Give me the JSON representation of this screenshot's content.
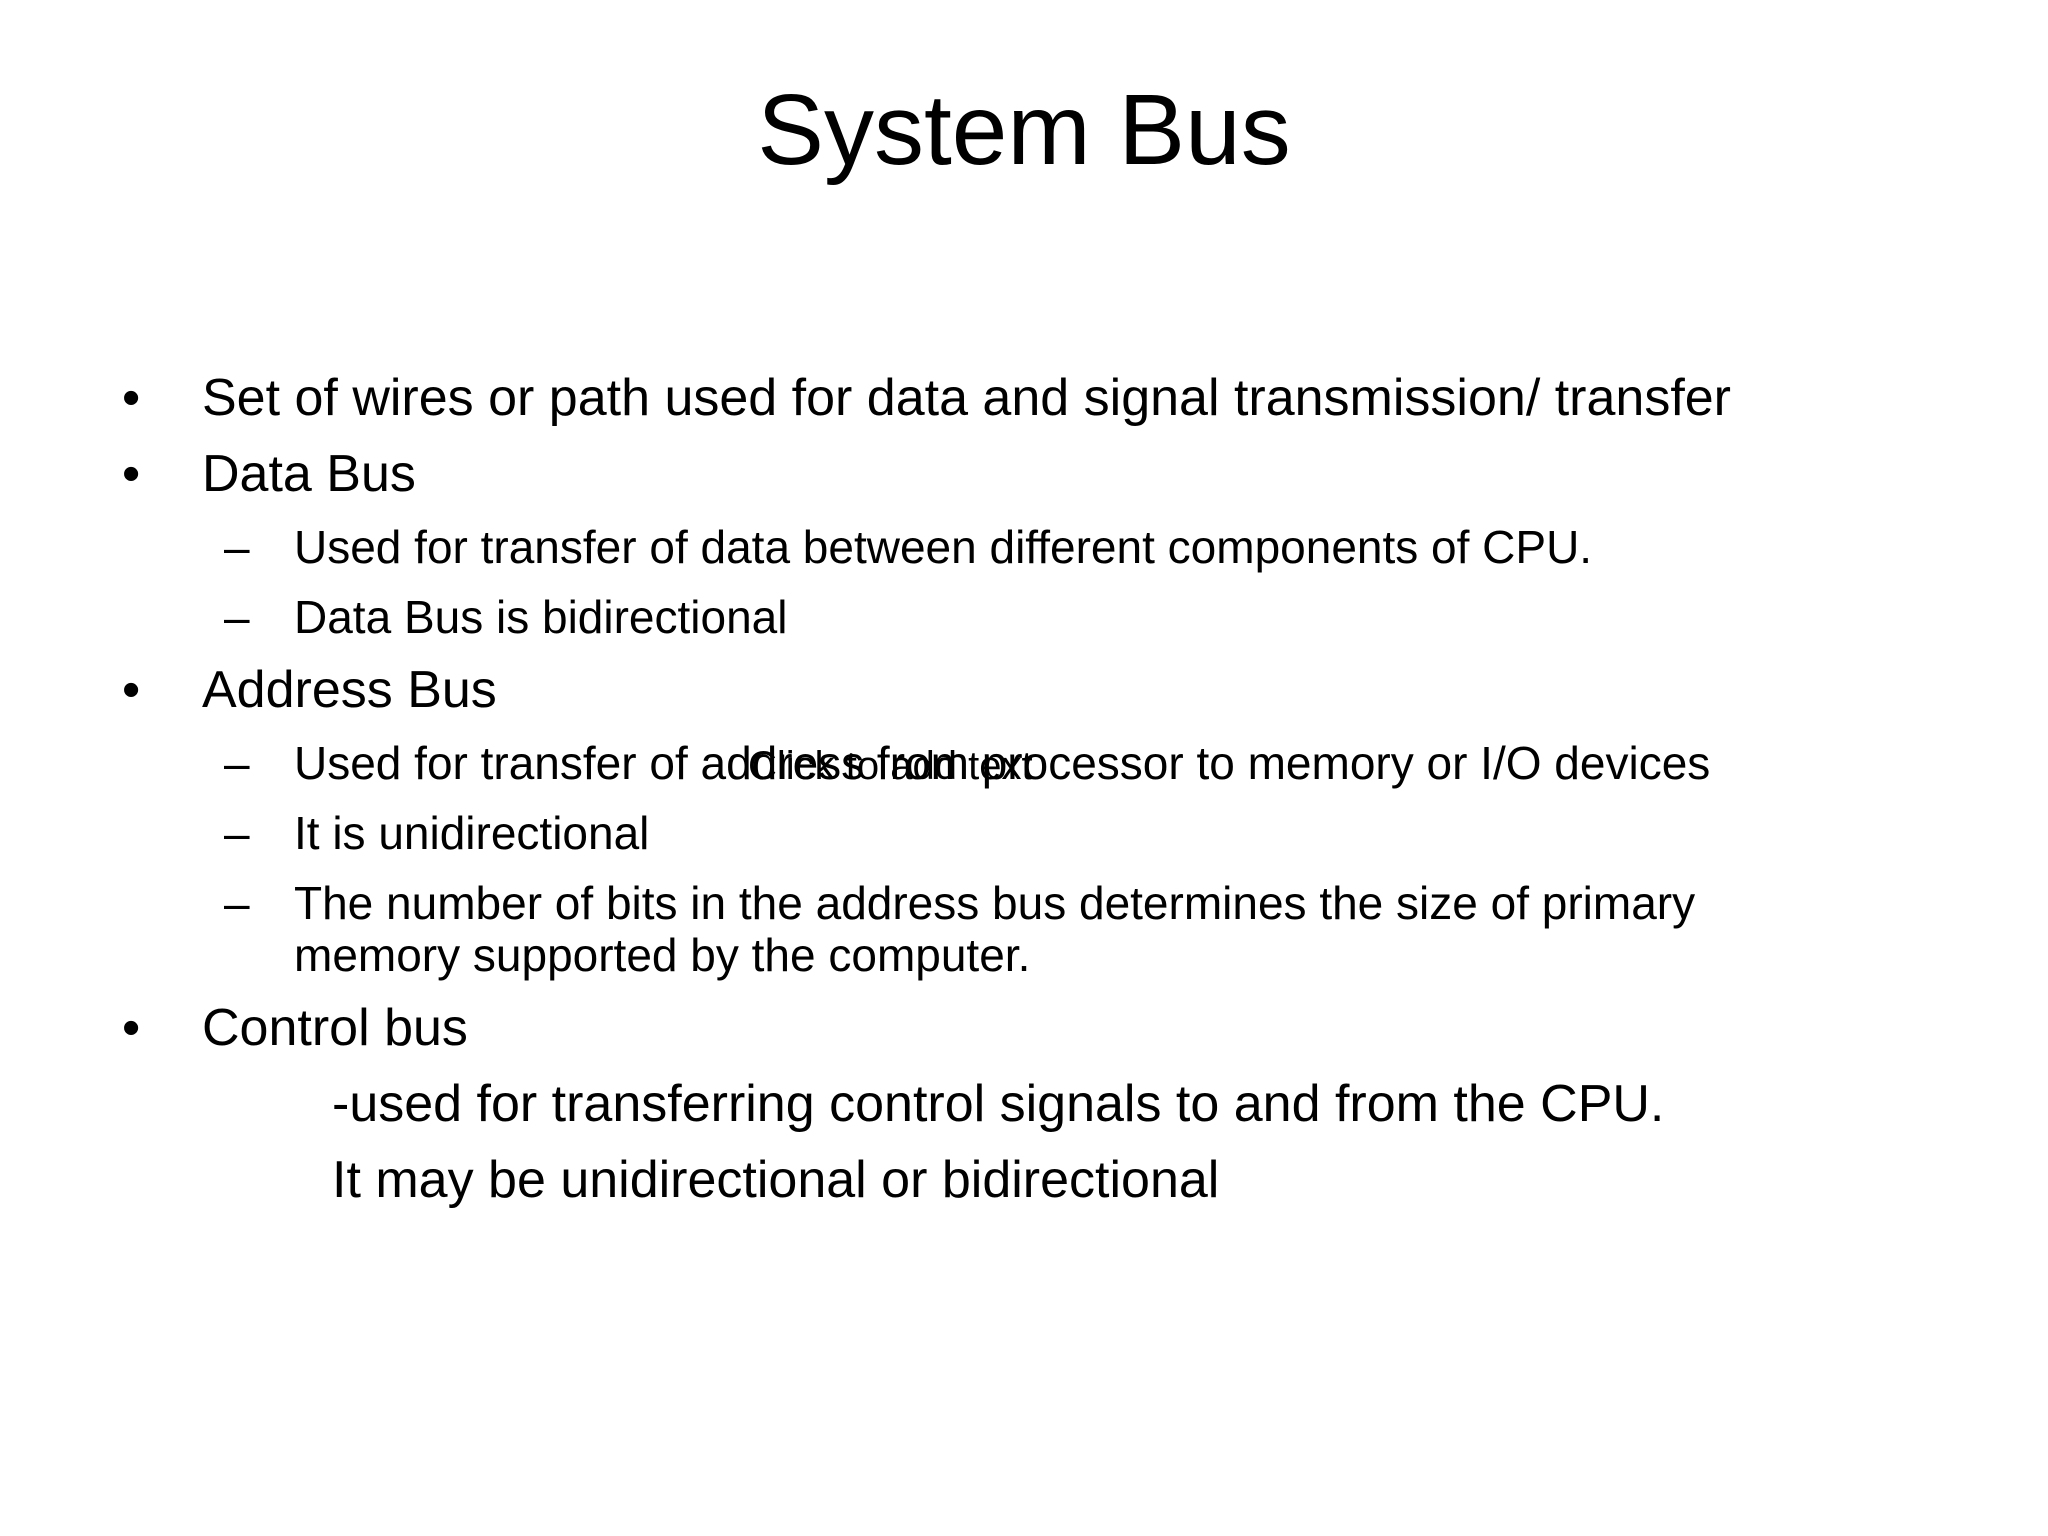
{
  "slide": {
    "title": "System Bus",
    "items": [
      {
        "text": "Set of wires or path used for data and signal transmission/ transfer"
      },
      {
        "text": "Data Bus"
      },
      {
        "text": "Used for transfer of data between different components of CPU."
      },
      {
        "text": "Data Bus is bidirectional"
      },
      {
        "text": "Address Bus"
      },
      {
        "text": "Used for transfer of address from processor to memory or I/O devices"
      },
      {
        "text": "It is unidirectional"
      },
      {
        "text": "The number of bits in the address bus determines the size of primary"
      },
      {
        "text": "memory supported by the computer."
      },
      {
        "text": "Control bus"
      },
      {
        "text": "-used for transferring control signals to and from the CPU."
      },
      {
        "text": "It may be unidirectional or bidirectional"
      }
    ],
    "bullet_symbol": "•",
    "dash_symbol": "–",
    "placeholder": "Click to add text"
  }
}
